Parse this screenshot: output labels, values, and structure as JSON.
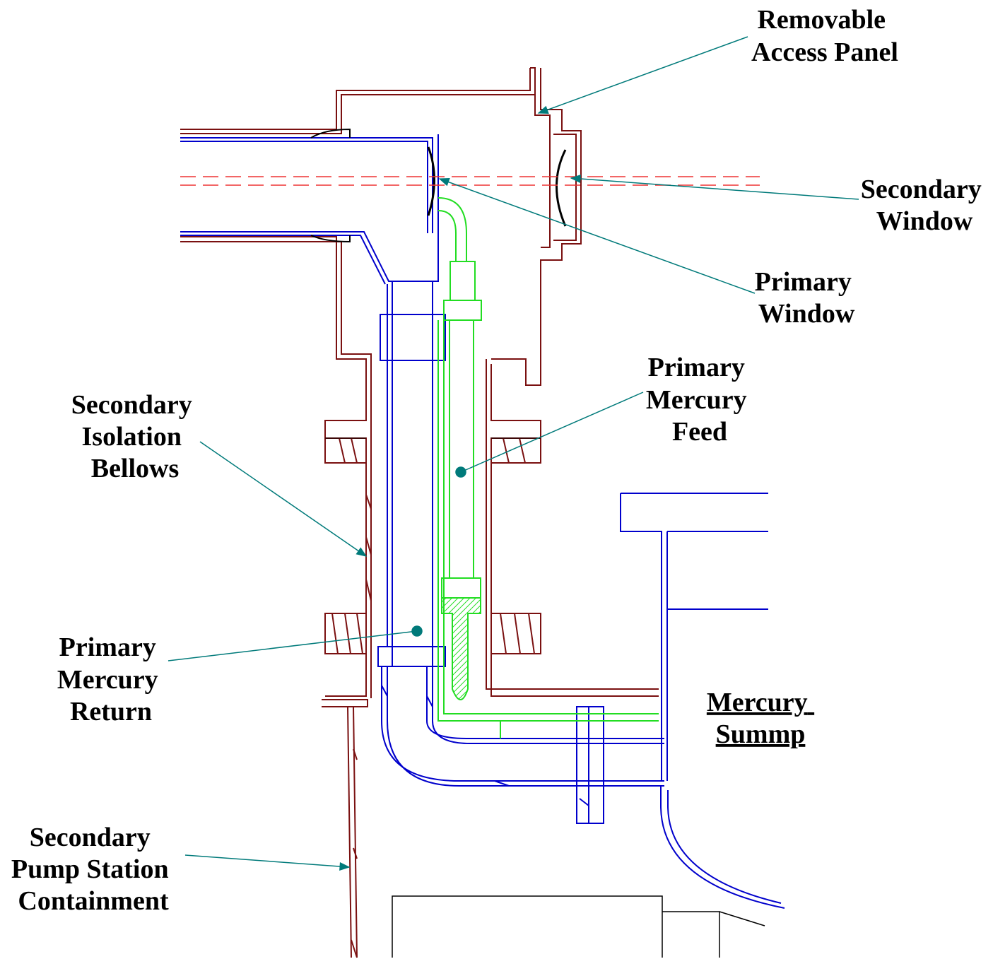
{
  "colors": {
    "secondary": "#7a1010",
    "primary": "#0000cc",
    "feed": "#22dd22",
    "beam": "#ee3333",
    "callout": "#007a7a",
    "ink": "#000000"
  },
  "labels": {
    "removable_access_panel": [
      "Removable",
      "Access Panel"
    ],
    "secondary_window": [
      "Secondary",
      "Window"
    ],
    "primary_window": [
      "Primary",
      "Window"
    ],
    "primary_mercury_feed": [
      "Primary",
      "Mercury",
      "Feed"
    ],
    "secondary_isolation_bellows": [
      "Secondary",
      "Isolation",
      "Bellows"
    ],
    "primary_mercury_return": [
      "Primary",
      "Mercury",
      "Return"
    ],
    "mercury_sump": [
      "Mercury",
      "Summp"
    ],
    "secondary_pump_station_containment": [
      "Secondary",
      "Pump Station",
      "Containment"
    ]
  }
}
